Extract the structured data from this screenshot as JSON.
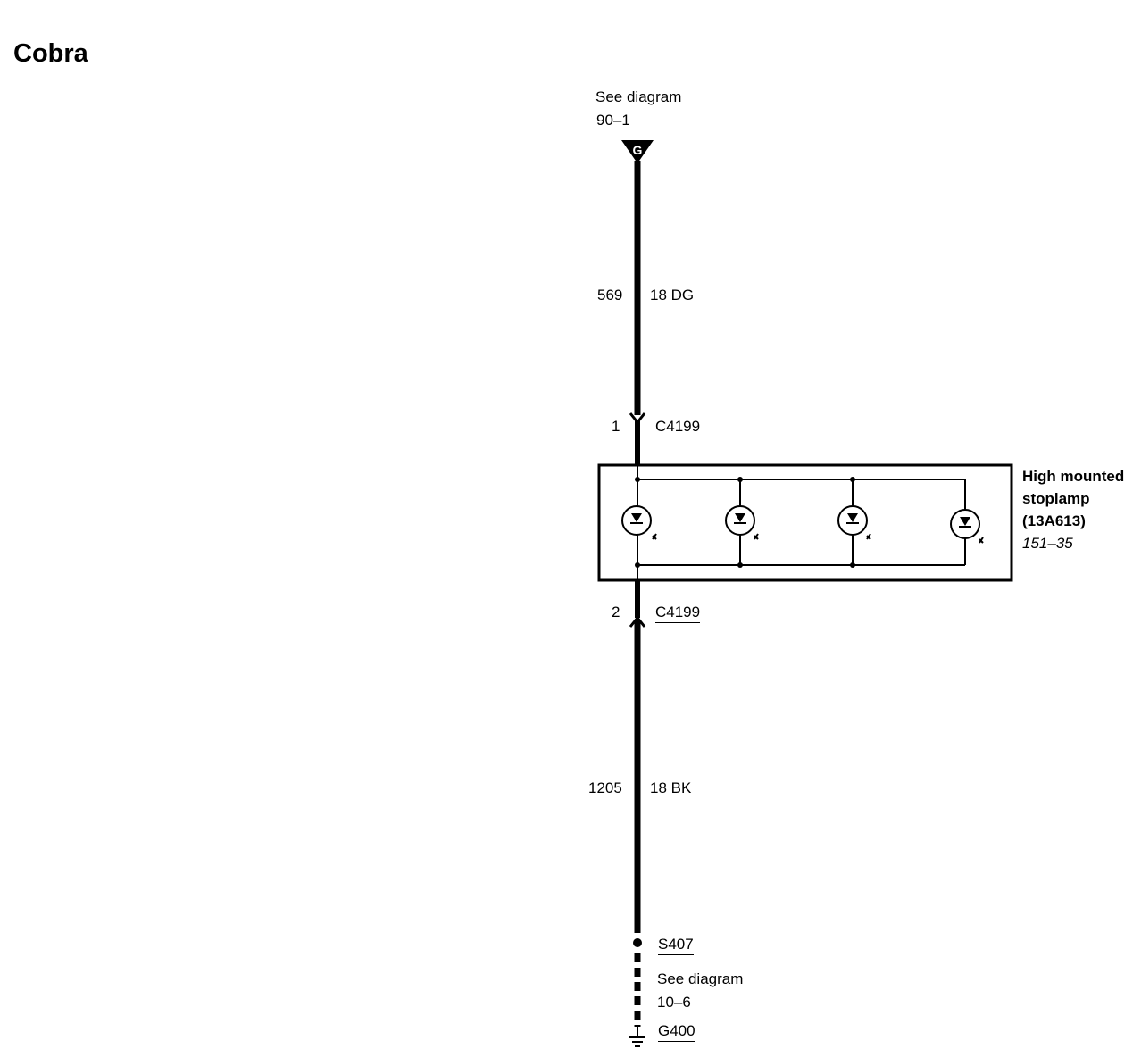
{
  "page": {
    "title": "Cobra"
  },
  "top_ref": {
    "text": "See diagram",
    "page": "90–1",
    "connector_letter": "G"
  },
  "wire_upper": {
    "circuit": "569",
    "gauge_color": "18 DG"
  },
  "connector_top": {
    "pin": "1",
    "name": "C4199"
  },
  "component": {
    "name_line1": "High mounted",
    "name_line2": "stoplamp",
    "part_number": "(13A613)",
    "ref": "151–35",
    "lamp_count": 4
  },
  "connector_bottom": {
    "pin": "2",
    "name": "C4199"
  },
  "wire_lower": {
    "circuit": "1205",
    "gauge_color": "18 BK"
  },
  "splice": {
    "name": "S407"
  },
  "bottom_ref": {
    "text": "See diagram",
    "page": "10–6"
  },
  "ground": {
    "name": "G400"
  }
}
